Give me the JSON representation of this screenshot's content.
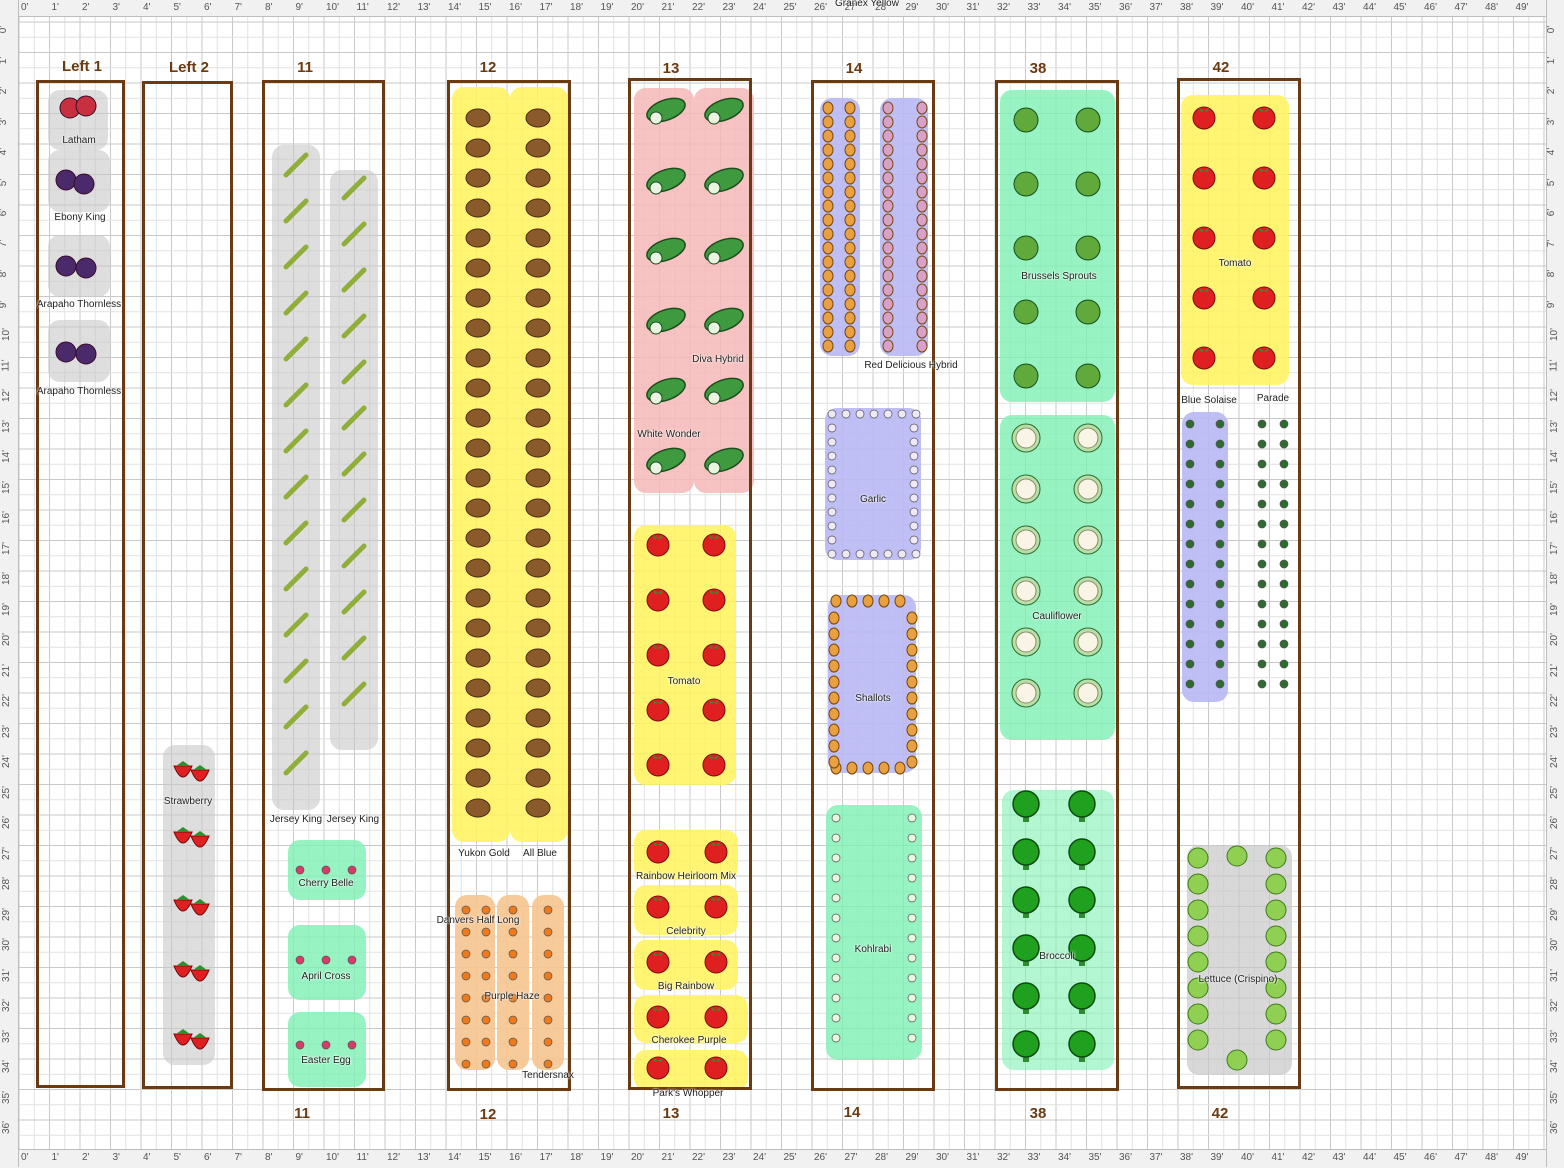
{
  "ruler": {
    "x_labels": [
      "0'",
      "1'",
      "2'",
      "3'",
      "4'",
      "5'",
      "6'",
      "7'",
      "8'",
      "9'",
      "10'",
      "11'",
      "12'",
      "13'",
      "14'",
      "15'",
      "16'",
      "17'",
      "18'",
      "19'",
      "20'",
      "21'",
      "22'",
      "23'",
      "24'",
      "25'",
      "26'",
      "27'",
      "28'",
      "29'",
      "30'",
      "31'",
      "32'",
      "33'",
      "34'",
      "35'",
      "36'",
      "37'",
      "38'",
      "39'",
      "40'",
      "41'",
      "42'",
      "43'",
      "44'",
      "45'",
      "46'",
      "47'",
      "48'",
      "49'"
    ],
    "y_labels": [
      "0'",
      "1'",
      "2'",
      "3'",
      "4'",
      "5'",
      "6'",
      "7'",
      "8'",
      "9'",
      "10'",
      "11'",
      "12'",
      "13'",
      "14'",
      "15'",
      "16'",
      "17'",
      "18'",
      "19'",
      "20'",
      "21'",
      "22'",
      "23'",
      "24'",
      "25'",
      "26'",
      "27'",
      "28'",
      "29'",
      "30'",
      "31'",
      "32'",
      "33'",
      "34'",
      "35'",
      "36'"
    ]
  },
  "colors": {
    "bed_border": "#6b3a10",
    "grid_minor": "#e2e2e2",
    "grid_major": "#c9c9c9",
    "grey_fill": "#c8c8c8",
    "yellow_fill": "#fff35a",
    "pink_fill": "#f6b7b7",
    "green_fill": "#7ef0b4",
    "lavender_fill": "#b8b8f4",
    "orange_fill": "#f6c48f",
    "tomato_red": "#e02020",
    "potato_brown": "#8b5a2b"
  },
  "beds": {
    "left1": {
      "title": "Left 1"
    },
    "left2": {
      "title": "Left 2"
    },
    "b11": {
      "title": "11",
      "bottom_label": "11"
    },
    "b12": {
      "title": "12",
      "bottom_label": "12"
    },
    "b13": {
      "title": "13",
      "bottom_label": "13"
    },
    "b14": {
      "title": "14",
      "bottom_label": "14"
    },
    "b38": {
      "title": "38",
      "bottom_label": "38"
    },
    "b42": {
      "title": "42",
      "bottom_label": "42"
    }
  },
  "plants": {
    "latham": "Latham",
    "ebony_king": "Ebony King",
    "arapaho_1": "Arapaho Thornless",
    "arapaho_2": "Arapaho Thornless",
    "strawberry": "Strawberry",
    "jersey_king_1": "Jersey King",
    "jersey_king_2": "Jersey King",
    "cherry_belle": "Cherry Belle",
    "april_cross": "April Cross",
    "easter_egg": "Easter Egg",
    "yukon_gold": "Yukon Gold",
    "all_blue": "All Blue",
    "danvers": "Danvers Half Long",
    "purple_haze": "Purple Haze",
    "tendersnax": "Tendersnax",
    "diva_hybrid": "Diva Hybrid",
    "white_wonder": "White Wonder",
    "tomato_13": "Tomato",
    "rainbow_heirloom": "Rainbow Heirloom Mix",
    "celebrity": "Celebrity",
    "big_rainbow": "Big Rainbow",
    "cherokee_purple": "Cherokee Purple",
    "parks_whopper": "Park's Whopper",
    "granex_yellow": "Granex Yellow",
    "red_delicious": "Red Delicious Hybrid",
    "garlic": "Garlic",
    "shallots": "Shallots",
    "kohlrabi": "Kohlrabi",
    "brussels": "Brussels Sprouts",
    "cauliflower": "Cauliflower",
    "broccoli": "Broccoli",
    "tomato_42": "Tomato",
    "blue_solaise": "Blue Solaise",
    "parade": "Parade",
    "lettuce": "Lettuce (Crispino)"
  }
}
